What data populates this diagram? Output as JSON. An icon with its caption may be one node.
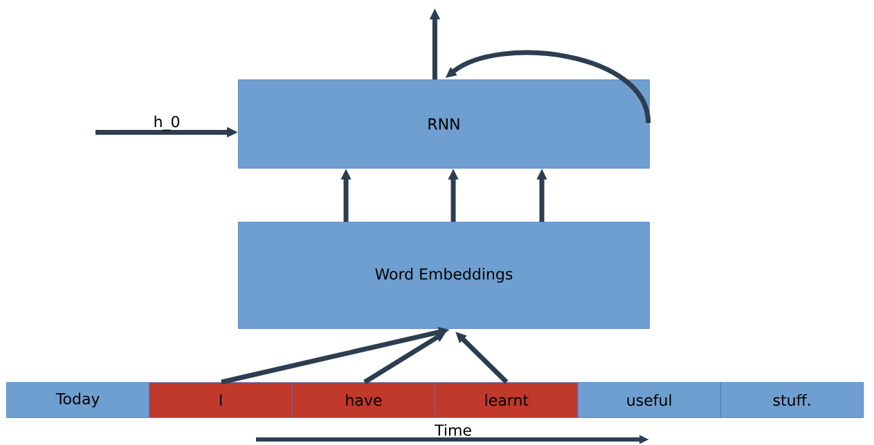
{
  "diagram": {
    "nodes": [
      {
        "text": [
          "RNN"
        ]
      },
      {
        "text": [
          "Word Embeddings"
        ]
      },
      {
        "text": [
          "Today"
        ]
      },
      {
        "text": [
          "I"
        ]
      },
      {
        "text": [
          "have"
        ]
      },
      {
        "text": [
          "learnt"
        ]
      },
      {
        "text": [
          "useful"
        ]
      },
      {
        "text": [
          "stuff."
        ]
      }
    ],
    "edges": [
      {
        "from": null,
        "to": 0,
        "arrow": "to",
        "label": "h_0"
      },
      {
        "from": 0,
        "to": null,
        "arrow": "to"
      },
      {
        "from": 0,
        "to": 0,
        "arrow": "to"
      },
      {
        "from": 1,
        "to": 0,
        "arrow": "to"
      },
      {
        "from": 1,
        "to": 0,
        "arrow": "to"
      },
      {
        "from": 1,
        "to": 0,
        "arrow": "to"
      },
      {
        "from": 3,
        "to": 1,
        "arrow": "to"
      },
      {
        "from": 4,
        "to": 1,
        "arrow": "to"
      },
      {
        "from": 5,
        "to": 1,
        "arrow": "to"
      }
    ],
    "labels": [
      "Time"
    ]
  }
}
